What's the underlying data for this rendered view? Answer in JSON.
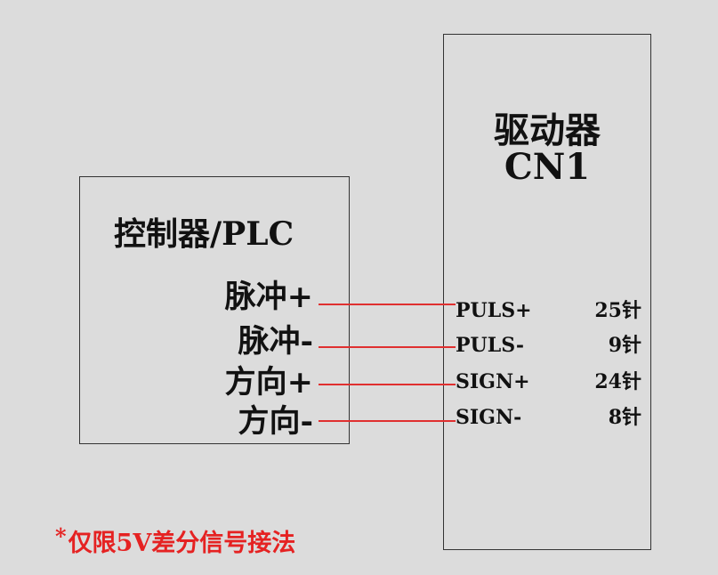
{
  "controller": {
    "title": "控制器/PLC",
    "signals": [
      "脉冲+",
      "脉冲-",
      "方向+",
      "方向-"
    ]
  },
  "driver": {
    "title_line1": "驱动器",
    "title_line2": "CN1",
    "pins": [
      {
        "name": "PULS+",
        "number": "25针"
      },
      {
        "name": "PULS-",
        "number": "9针"
      },
      {
        "name": "SIGN+",
        "number": "24针"
      },
      {
        "name": "SIGN-",
        "number": "8针"
      }
    ]
  },
  "footnote": {
    "mark": "*",
    "text": "仅限5V差分信号接法"
  },
  "colors": {
    "wire": "#e03030",
    "footnote": "#e52222",
    "background": "#dcdcdc"
  }
}
